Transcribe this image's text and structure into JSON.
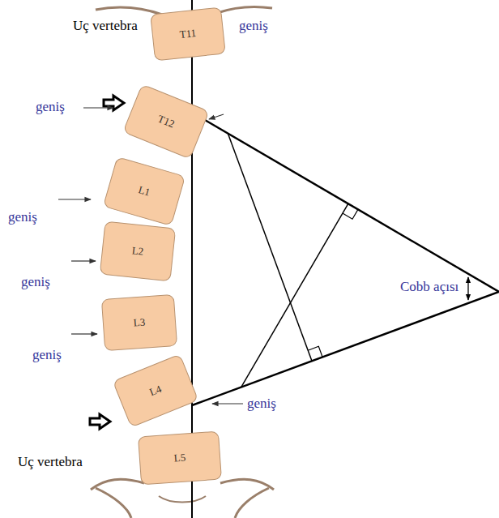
{
  "diagram": {
    "nodes": [
      {
        "text": [
          "T11"
        ]
      },
      {
        "text": [
          "T12"
        ]
      },
      {
        "text": [
          "L1"
        ]
      },
      {
        "text": [
          "L2"
        ]
      },
      {
        "text": [
          "L3"
        ]
      },
      {
        "text": [
          "L4"
        ]
      },
      {
        "text": [
          "L5"
        ]
      }
    ],
    "labels": [
      "Uç vertebra",
      "geniş",
      "geniş",
      "geniş",
      "geniş",
      "geniş",
      "Uç vertebra",
      "geniş",
      "Cobb açısı"
    ]
  }
}
